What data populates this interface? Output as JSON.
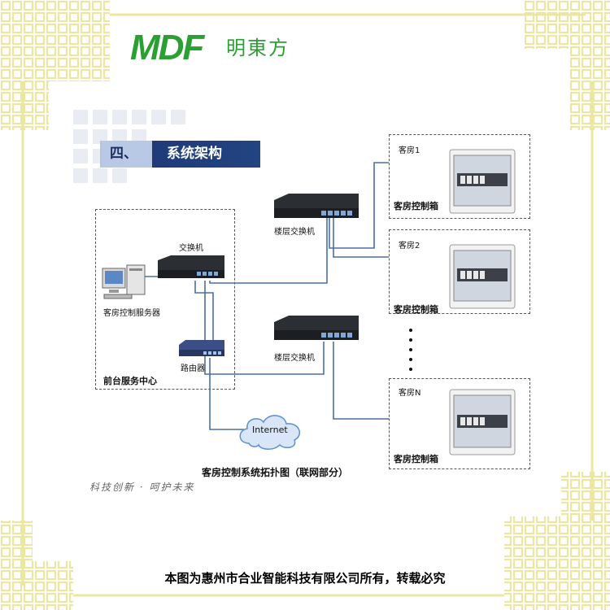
{
  "logo": {
    "brand": "MDF",
    "name_cn": "明東方"
  },
  "heading": {
    "number": "四、",
    "title": "系统架构"
  },
  "front_desk": {
    "label": "前台服务中心",
    "switch_label": "交换机",
    "server_label": "客房控制服务器",
    "router_label": "路由器"
  },
  "floor_switches": [
    {
      "label": "楼层交换机"
    },
    {
      "label": "楼层交换机"
    }
  ],
  "rooms": [
    {
      "name": "客房1",
      "box_label": "客房控制箱"
    },
    {
      "name": "客房2",
      "box_label": "客房控制箱"
    },
    {
      "name": "客房N",
      "box_label": "客房控制箱"
    }
  ],
  "internet_label": "Internet",
  "caption": "客房控制系统拓扑图（联网部分）",
  "slogan": "科技创新 · 呵护未来",
  "footer": "本图为惠州市合业智能科技有限公司所有，转载必究",
  "colors": {
    "brand_green": "#2aa032",
    "line_blue": "#4a6fa5",
    "frame_yellow": "#f3ee9a",
    "heading_navy": "#224481"
  }
}
